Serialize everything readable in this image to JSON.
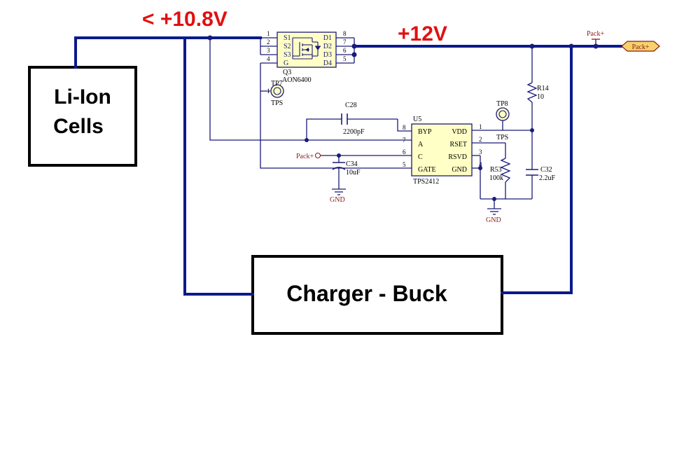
{
  "blocks": {
    "cells": [
      "Li-Ion",
      "Cells"
    ],
    "charger": "Charger - Buck"
  },
  "voltages": {
    "low": "< +10.8V",
    "high": "+12V"
  },
  "colors": {
    "bus": "#0a1a8c",
    "wire": "#1a1a7a",
    "red_text": "#e01010",
    "power_label": "#8b1a1a",
    "port_fill": "#f5d36b",
    "ic_fill": "#ffffc6"
  },
  "q3": {
    "ref": "Q3",
    "part": "AON6400",
    "left_pins": [
      "S1",
      "S2",
      "S3",
      "G"
    ],
    "right_pins": [
      "D1",
      "D2",
      "D3",
      "D4"
    ],
    "left_nums": [
      "1",
      "2",
      "3",
      "4"
    ],
    "right_nums": [
      "8",
      "7",
      "6",
      "5"
    ]
  },
  "tp7": {
    "ref": "TP7",
    "label": "TPS",
    "pin": "1"
  },
  "tp8": {
    "ref": "TP8",
    "label": "TPS"
  },
  "c28": {
    "ref": "C28",
    "value": "2200pF"
  },
  "c34": {
    "ref": "C34",
    "value": "10uF"
  },
  "c32": {
    "ref": "C32",
    "value": "2.2uF"
  },
  "r14": {
    "ref": "R14",
    "value": "10"
  },
  "r53": {
    "ref": "R53",
    "value": "100k"
  },
  "u5": {
    "ref": "U5",
    "part": "TPS2412",
    "left_pins": [
      "BYP",
      "A",
      "C",
      "GATE"
    ],
    "right_pins": [
      "VDD",
      "RSET",
      "RSVD",
      "GND"
    ],
    "left_nums": [
      "8",
      "7",
      "6",
      "5"
    ],
    "right_nums": [
      "1",
      "2",
      "3",
      "4"
    ]
  },
  "power": {
    "pack_top": "Pack+",
    "pack_port": "Pack+",
    "pack_left": "Pack+",
    "gnd1": "GND",
    "gnd2": "GND"
  }
}
